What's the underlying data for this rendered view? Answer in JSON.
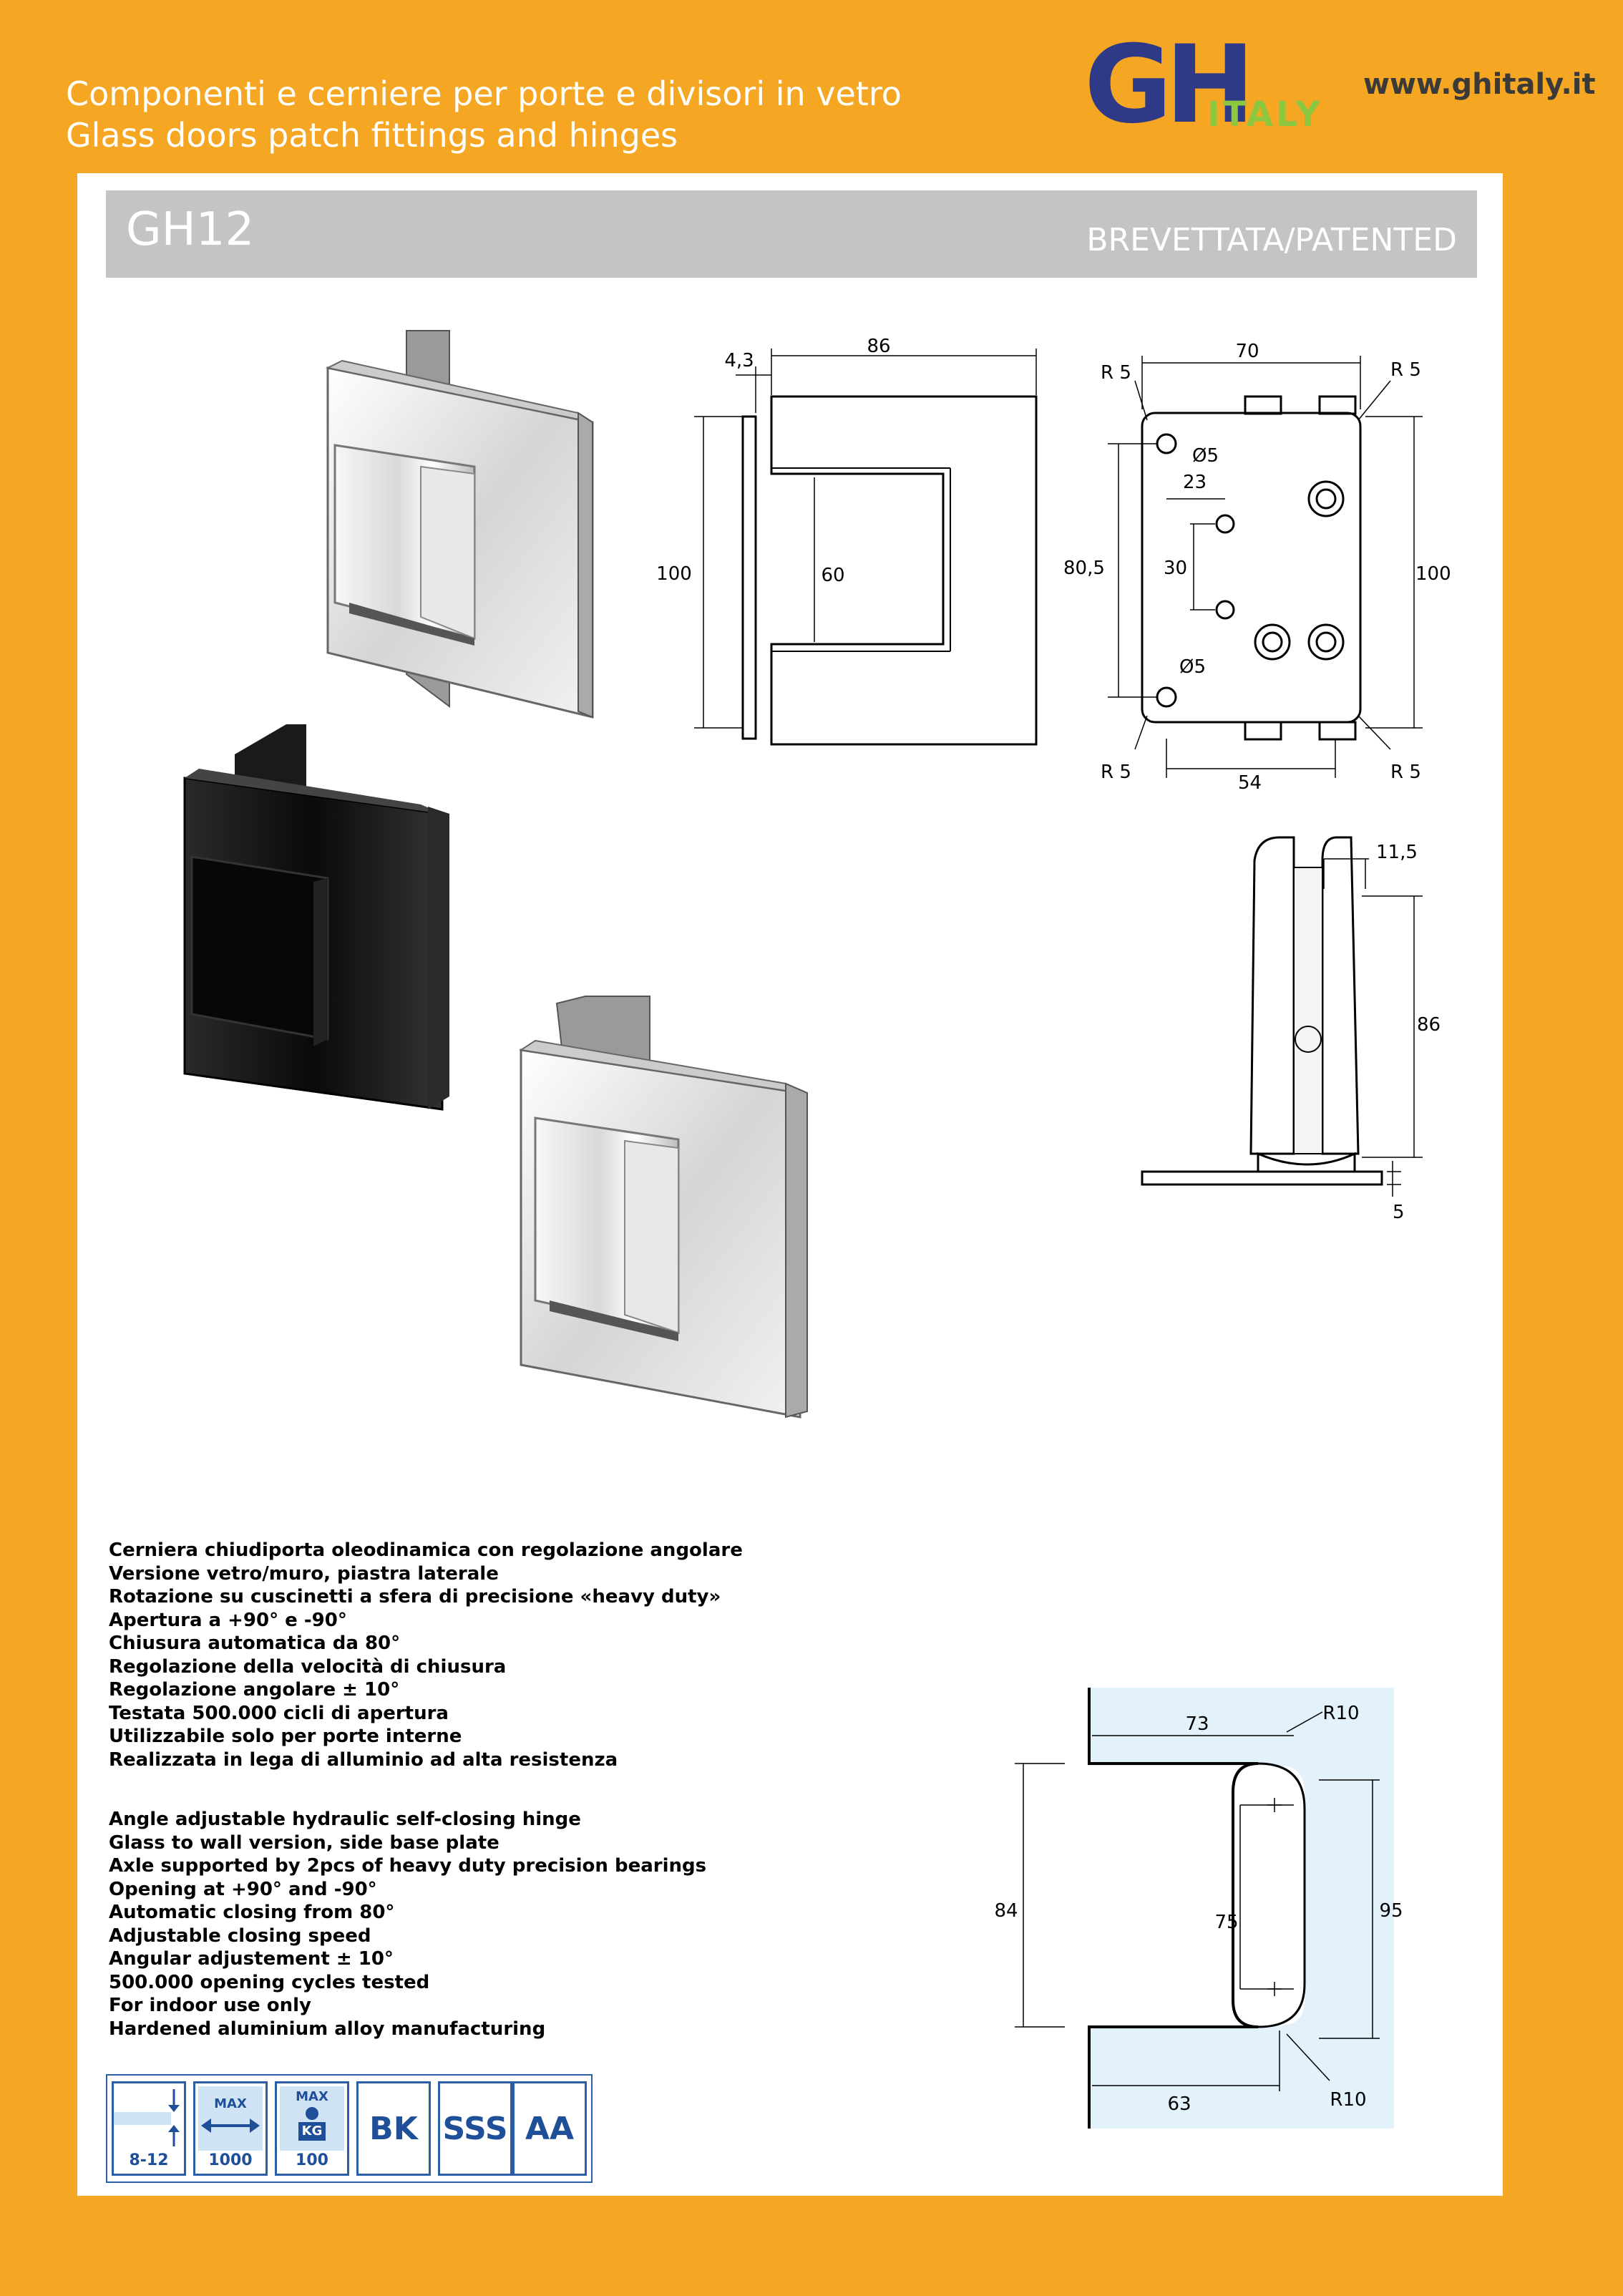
{
  "header": {
    "line_it": "Componenti e cerniere per porte e divisori in vetro",
    "line_en": "Glass doors patch fittings and hinges",
    "logo_letters": "GH",
    "logo_country": "ITALY",
    "website": "www.ghitaly.it"
  },
  "title": {
    "code": "GH12",
    "patent": "BREVETTATA/PATENTED"
  },
  "dimensions": {
    "front": {
      "w86": "86",
      "w43": "4,3",
      "h100": "100",
      "h60": "60"
    },
    "plate": {
      "w70": "70",
      "r1": "R 5",
      "r2": "R 5",
      "r3": "R 5",
      "r4": "R 5",
      "d1": "Ø5",
      "d2": "Ø5",
      "w23": "23",
      "h805": "80,5",
      "h30": "30",
      "h100": "100",
      "w54": "54"
    },
    "side": {
      "w115": "11,5",
      "h86": "86",
      "h5": "5"
    },
    "cutout": {
      "w73": "73",
      "r10a": "R10",
      "h84": "84",
      "h75": "75",
      "h95": "95",
      "w63": "63",
      "r10b": "R10"
    }
  },
  "description_it": [
    "Cerniera chiudiporta oleodinamica con regolazione angolare",
    "Versione vetro/muro, piastra laterale",
    "Rotazione su cuscinetti a sfera di precisione «heavy duty»",
    "Apertura a +90° e -90°",
    "Chiusura automatica da 80°",
    "Regolazione della velocità di chiusura",
    "Regolazione angolare ± 10°",
    "Testata 500.000 cicli di apertura",
    "Utilizzabile solo per porte interne",
    "Realizzata in lega di alluminio ad alta resistenza"
  ],
  "description_en": [
    "Angle adjustable hydraulic self-closing hinge",
    "Glass to wall version, side base plate",
    "Axle supported by 2pcs of heavy duty precision bearings",
    "Opening at +90° and -90°",
    "Automatic closing from 80°",
    "Adjustable closing speed",
    "Angular adjustement ± 10°",
    "500.000 opening cycles tested",
    "For indoor use only",
    "Hardened aluminium alloy  manufacturing"
  ],
  "icons": {
    "thickness": "8-12",
    "width_max_label": "MAX",
    "width_max": "1000",
    "weight_max_label": "MAX",
    "weight_unit": "KG",
    "weight_max": "100",
    "finish1": "BK",
    "finish2": "SSS",
    "finish3": "AA"
  },
  "colors": {
    "background": "#F5A623",
    "brand_blue": "#2E3A87",
    "brand_green": "#8DC63F",
    "cutout_fill": "#E3F1FA"
  }
}
